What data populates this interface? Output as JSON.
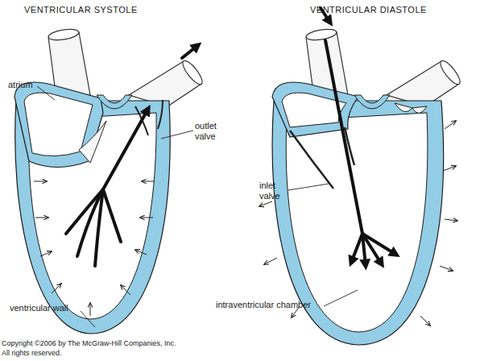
{
  "diagram": {
    "labels": [
      "VENTRICULAR SYSTOLE",
      "VENTRICULAR DIASTOLE",
      "atrium",
      "outlet valve",
      "ventricular wall",
      "inlet valve",
      "intraventricular chamber",
      "Copyright ©2006 by The McGraw-Hill Companies, Inc.",
      "All rights reserved."
    ]
  }
}
